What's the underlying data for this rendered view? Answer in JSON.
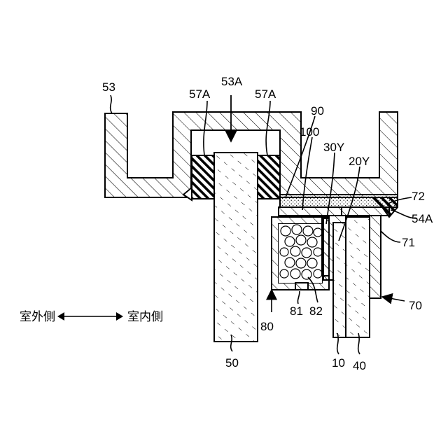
{
  "labels": {
    "frame": "53",
    "frame_opening": "53A",
    "gasket_left": "57A",
    "gasket_right": "57A",
    "sealant_top": "90",
    "spacer_top": "100",
    "seal_30y": "30Y",
    "seal_20y": "20Y",
    "glass_10": "10",
    "glass_40": "40",
    "glass_50": "50",
    "bracket": "70",
    "bracket_arm": "71",
    "bracket_cap": "72",
    "caulk": "54A",
    "spacer_80": "80",
    "spacer_81": "81",
    "desiccant_82": "82"
  },
  "orientation": {
    "outdoor_side": "室外側",
    "indoor_side": "室内側"
  }
}
